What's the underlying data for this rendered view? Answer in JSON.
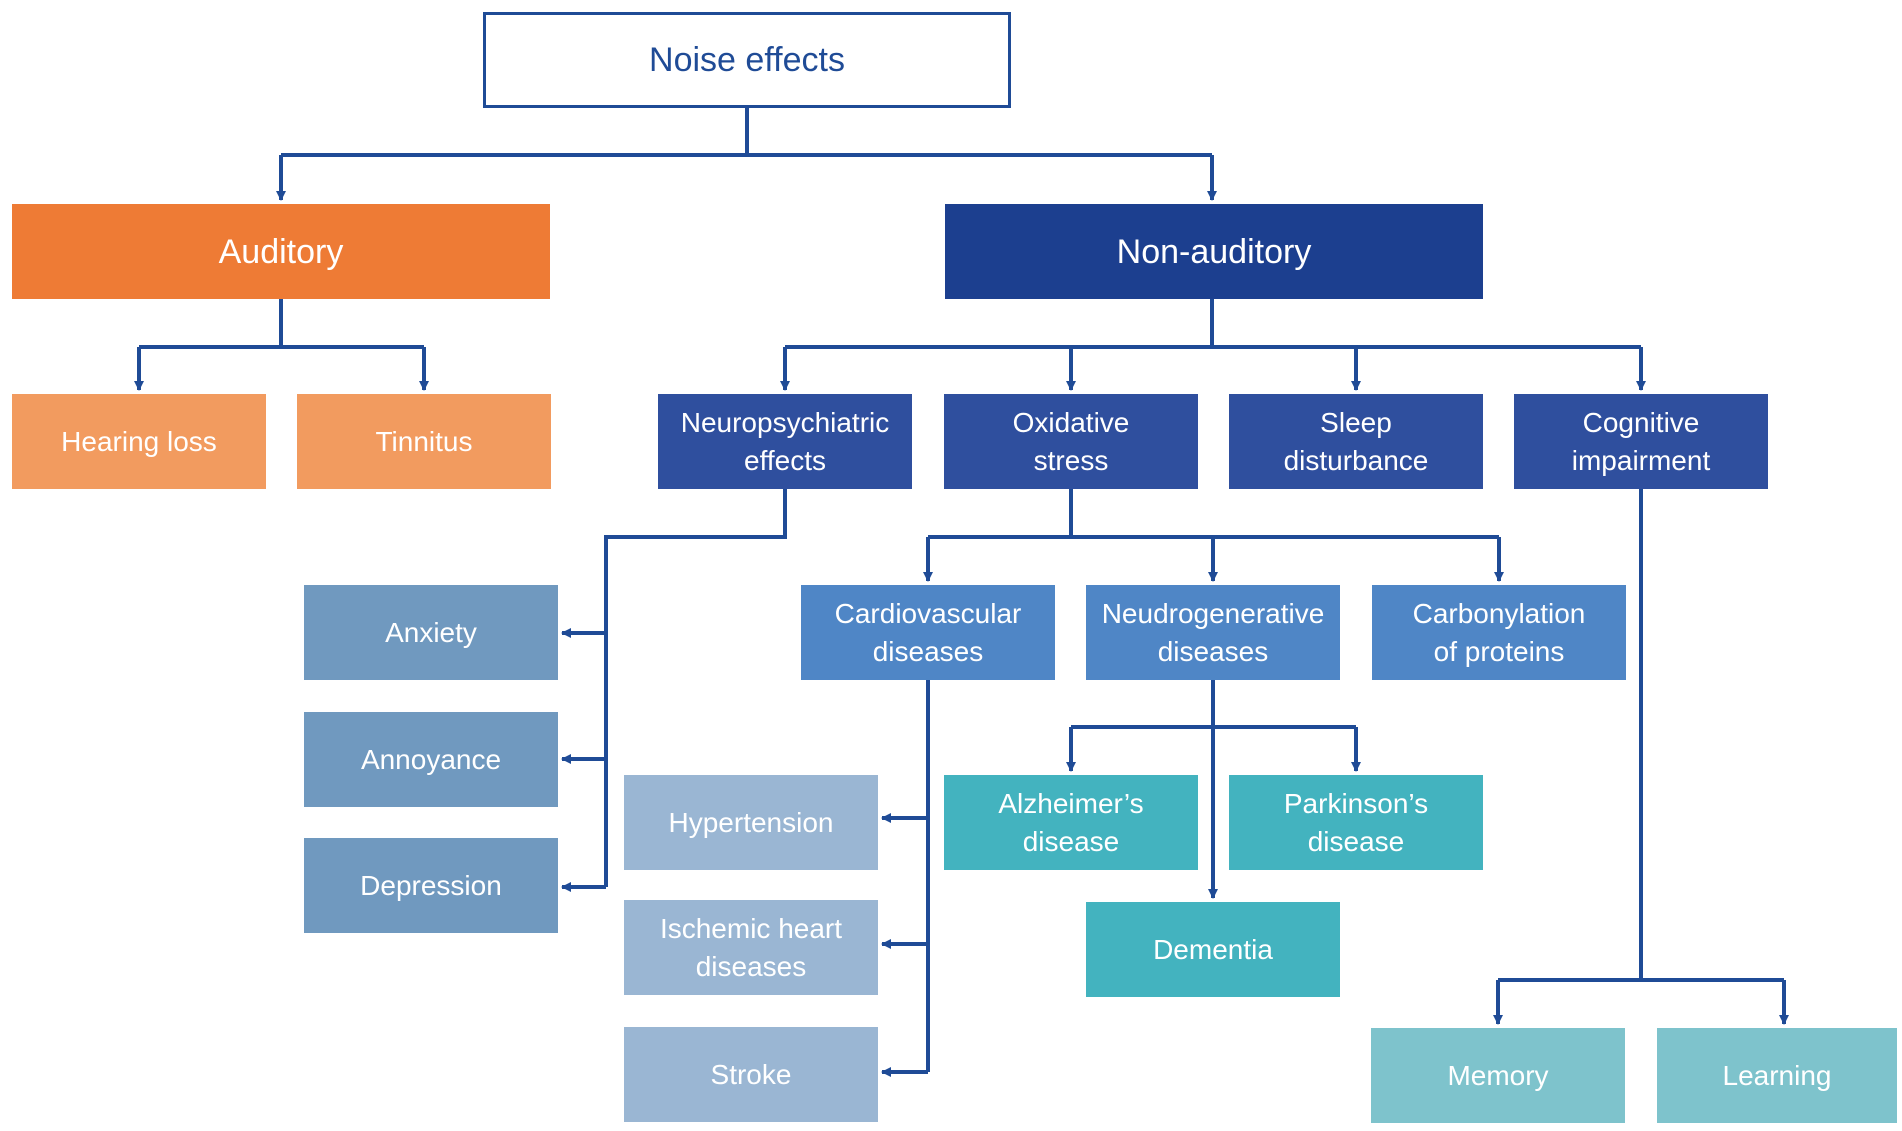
{
  "nodes": {
    "root": "Noise effects",
    "auditory": "Auditory",
    "non_auditory": "Non-auditory",
    "hearing_loss": "Hearing loss",
    "tinnitus": "Tinnitus",
    "neuropsychiatric": "Neuropsychiatric\neffects",
    "oxidative_stress": "Oxidative\nstress",
    "sleep_disturbance": "Sleep\ndisturbance",
    "cognitive_impairment": "Cognitive\nimpairment",
    "anxiety": "Anxiety",
    "annoyance": "Annoyance",
    "depression": "Depression",
    "cardiovascular": "Cardiovascular\ndiseases",
    "neurodegenerative": "Neudrogenerative\ndiseases",
    "carbonylation": "Carbonylation\nof proteins",
    "hypertension": "Hypertension",
    "ischemic": "Ischemic heart\ndiseases",
    "stroke": "Stroke",
    "alzheimers": "Alzheimer’s\ndisease",
    "parkinsons": "Parkinson’s\ndisease",
    "dementia": "Dementia",
    "memory": "Memory",
    "learning": "Learning"
  },
  "colors": {
    "connector": "#1f4b96",
    "root_border": "#1f4b96",
    "auditory": "#ee7b35",
    "auditory_child": "#f29b5f",
    "non_auditory": "#1c3f8f",
    "non_auditory_child": "#2f4f9e",
    "neuro_child": "#7099bf",
    "oxidative_child": "#4f86c6",
    "cardio_child": "#9ab6d3",
    "neurodeg_child": "#43b3bf",
    "cognitive_child": "#7ec3cc"
  }
}
